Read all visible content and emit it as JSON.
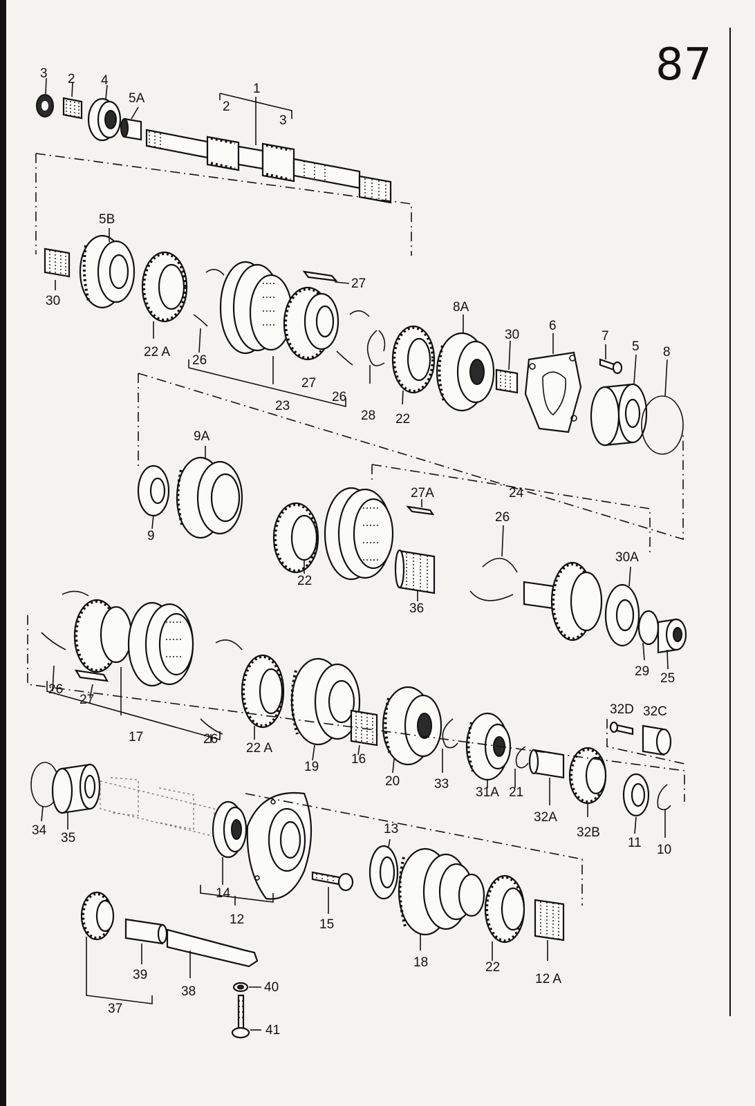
{
  "page": {
    "number": "87"
  },
  "callouts": [
    {
      "id": "c-3",
      "text": "3"
    },
    {
      "id": "c-2",
      "text": "2"
    },
    {
      "id": "c-4",
      "text": "4"
    },
    {
      "id": "c-5a",
      "text": "5A"
    },
    {
      "id": "c-1",
      "text": "1"
    },
    {
      "id": "c-1-2",
      "text": "2"
    },
    {
      "id": "c-1-3",
      "text": "3"
    },
    {
      "id": "c-5b",
      "text": "5B"
    },
    {
      "id": "c-30-top",
      "text": "30"
    },
    {
      "id": "c-22a-top",
      "text": "22 A"
    },
    {
      "id": "c-26-a",
      "text": "26"
    },
    {
      "id": "c-27-top",
      "text": "27"
    },
    {
      "id": "c-27-mid",
      "text": "27"
    },
    {
      "id": "c-26-b",
      "text": "26"
    },
    {
      "id": "c-23",
      "text": "23"
    },
    {
      "id": "c-28",
      "text": "28"
    },
    {
      "id": "c-22-top",
      "text": "22"
    },
    {
      "id": "c-8a",
      "text": "8A"
    },
    {
      "id": "c-30-mid",
      "text": "30"
    },
    {
      "id": "c-6",
      "text": "6"
    },
    {
      "id": "c-7",
      "text": "7"
    },
    {
      "id": "c-5",
      "text": "5"
    },
    {
      "id": "c-8",
      "text": "8"
    },
    {
      "id": "c-9a",
      "text": "9A"
    },
    {
      "id": "c-9",
      "text": "9"
    },
    {
      "id": "c-22-mid",
      "text": "22"
    },
    {
      "id": "c-27a",
      "text": "27A"
    },
    {
      "id": "c-24",
      "text": "24"
    },
    {
      "id": "c-26-c",
      "text": "26"
    },
    {
      "id": "c-36",
      "text": "36"
    },
    {
      "id": "c-30a",
      "text": "30A"
    },
    {
      "id": "c-29",
      "text": "29"
    },
    {
      "id": "c-25",
      "text": "25"
    },
    {
      "id": "c-26-d",
      "text": "26"
    },
    {
      "id": "c-27-low",
      "text": "27"
    },
    {
      "id": "c-17",
      "text": "17"
    },
    {
      "id": "c-26-e",
      "text": "26"
    },
    {
      "id": "c-22a-low",
      "text": "22 A"
    },
    {
      "id": "c-19",
      "text": "19"
    },
    {
      "id": "c-16",
      "text": "16"
    },
    {
      "id": "c-20",
      "text": "20"
    },
    {
      "id": "c-33",
      "text": "33"
    },
    {
      "id": "c-31a",
      "text": "31A"
    },
    {
      "id": "c-21",
      "text": "21"
    },
    {
      "id": "c-32a",
      "text": "32A"
    },
    {
      "id": "c-32b",
      "text": "32B"
    },
    {
      "id": "c-32d",
      "text": "32D"
    },
    {
      "id": "c-32c",
      "text": "32C"
    },
    {
      "id": "c-11",
      "text": "11"
    },
    {
      "id": "c-10",
      "text": "10"
    },
    {
      "id": "c-34",
      "text": "34"
    },
    {
      "id": "c-35",
      "text": "35"
    },
    {
      "id": "c-14",
      "text": "14"
    },
    {
      "id": "c-12",
      "text": "12"
    },
    {
      "id": "c-15",
      "text": "15"
    },
    {
      "id": "c-13",
      "text": "13"
    },
    {
      "id": "c-18",
      "text": "18"
    },
    {
      "id": "c-22-low",
      "text": "22"
    },
    {
      "id": "c-12a",
      "text": "12 A"
    },
    {
      "id": "c-37",
      "text": "37"
    },
    {
      "id": "c-39",
      "text": "39"
    },
    {
      "id": "c-38",
      "text": "38"
    },
    {
      "id": "c-40",
      "text": "40"
    },
    {
      "id": "c-41",
      "text": "41"
    }
  ]
}
